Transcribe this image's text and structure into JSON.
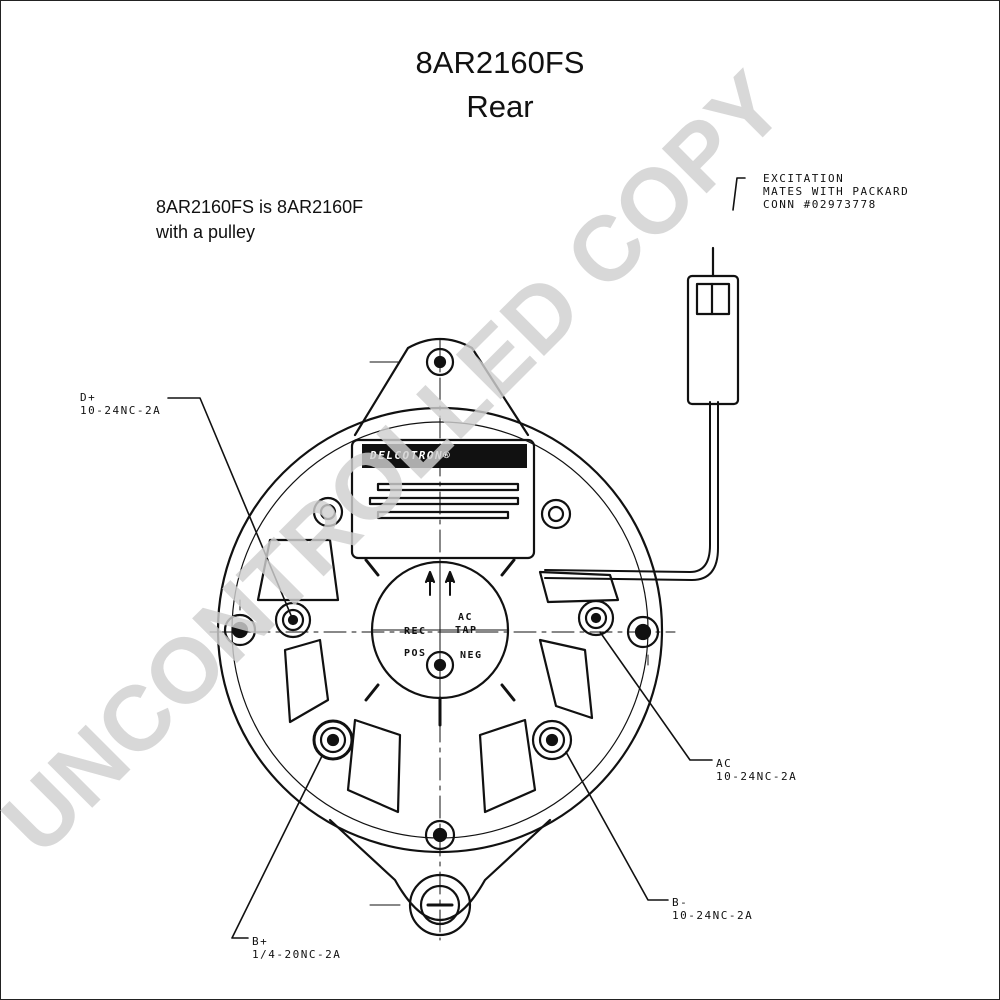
{
  "title": "8AR2160FS",
  "subtitle": "Rear",
  "note": {
    "line1": "8AR2160FS  is 8AR2160F",
    "line2": "with a pulley"
  },
  "callouts": {
    "excitation": {
      "line1": "EXCITATION",
      "line2": "MATES WITH PACKARD",
      "line3": "CONN #02973778"
    },
    "d_plus": {
      "line1": "D+",
      "line2": "10-24NC-2A"
    },
    "ac": {
      "line1": "AC",
      "line2": "10-24NC-2A"
    },
    "b_minus": {
      "line1": "B-",
      "line2": "10-24NC-2A"
    },
    "b_plus": {
      "line1": "B+",
      "line2": "1/4-20NC-2A"
    }
  },
  "hub_labels": {
    "rec": "REC",
    "ac": "AC",
    "tap": "TAP",
    "pos": "POS",
    "neg": "NEG"
  },
  "regulator_brand": "DELCOTRON®",
  "watermark": "UNCONTROLLED COPY",
  "colors": {
    "ink": "#111111",
    "watermark": "#d0d0d0",
    "background": "#ffffff"
  }
}
